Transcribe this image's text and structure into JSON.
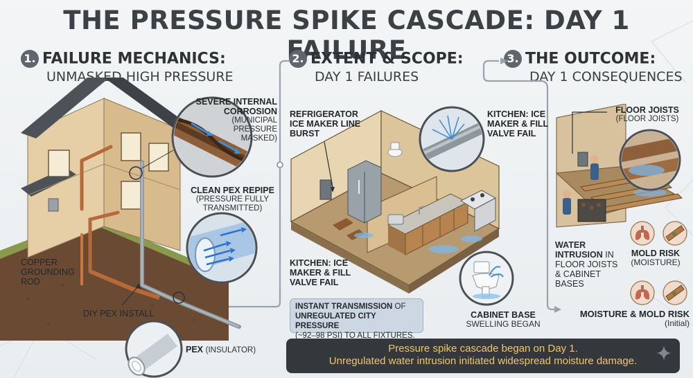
{
  "title": "THE PRESSURE SPIKE CASCADE: DAY 1 FAILURE",
  "sections": [
    {
      "number": "1.",
      "title": "FAILURE MECHANICS:",
      "subtitle": "UNMASKED HIGH PRESSURE"
    },
    {
      "number": "2.",
      "title": "EXTENT & SCOPE:",
      "subtitle": "DAY 1 FAILURES"
    },
    {
      "number": "3.",
      "title": "THE OUTCOME:",
      "subtitle": "DAY 1 CONSEQUENCES"
    }
  ],
  "panel1": {
    "corrosion_title": "SEVERE INTERNAL CORROSION",
    "corrosion_note": "(MUNICIPAL PRESSURE MASKED)",
    "pex_repipe_title": "CLEAN PEX REPIPE",
    "pex_repipe_note": "(PRESSURE FULLY TRANSMITTED)",
    "grounding_rod": "COPPER GROUNDING ROD",
    "diy_install": "DIY PEX INSTALL",
    "pex_label": "PEX",
    "pex_note": "(INSULATOR)"
  },
  "panel2": {
    "fridge_label": "REFRIGERATOR ICE MAKER LINE BURST",
    "kitchen_top": "KITCHEN: ICE MAKER & FILL VALVE FAIL",
    "kitchen_bottom": "KITCHEN: ICE MAKER & FILL VALVE FAIL",
    "cabinet_label": "CABINET BASE",
    "cabinet_note": "SWELLING BEGAN",
    "info_bold": "INSTANT TRANSMISSION",
    "info_rest": " OF",
    "info_line2": "UNREGULATED CITY PRESSURE",
    "info_line3": "(~92–98 PSI) TO ALL FIXTURES."
  },
  "panel3": {
    "floor_joists_title": "FLOOR JOISTS",
    "floor_joists_note": "(FLOOR JOISTS)",
    "water_bold": "WATER INTRUSION",
    "water_rest": " IN FLOOR JOISTS & CABINET BASES",
    "mold_title": "MOLD RISK",
    "mold_note": "(MOISTURE)",
    "moisture_title": "MOISTURE & MOLD RISK",
    "moisture_note": "(Initial)"
  },
  "banner": {
    "line1": "Pressure spike cascade began on Day 1.",
    "line2": "Unregulated water intrusion initiated widespread moisture damage."
  },
  "colors": {
    "banner_bg": "#34383d",
    "banner_text": "#f0c766",
    "info_bg": "#cdd7e3",
    "water_blue": "#3f8fd6",
    "copper": "#b8693a"
  }
}
